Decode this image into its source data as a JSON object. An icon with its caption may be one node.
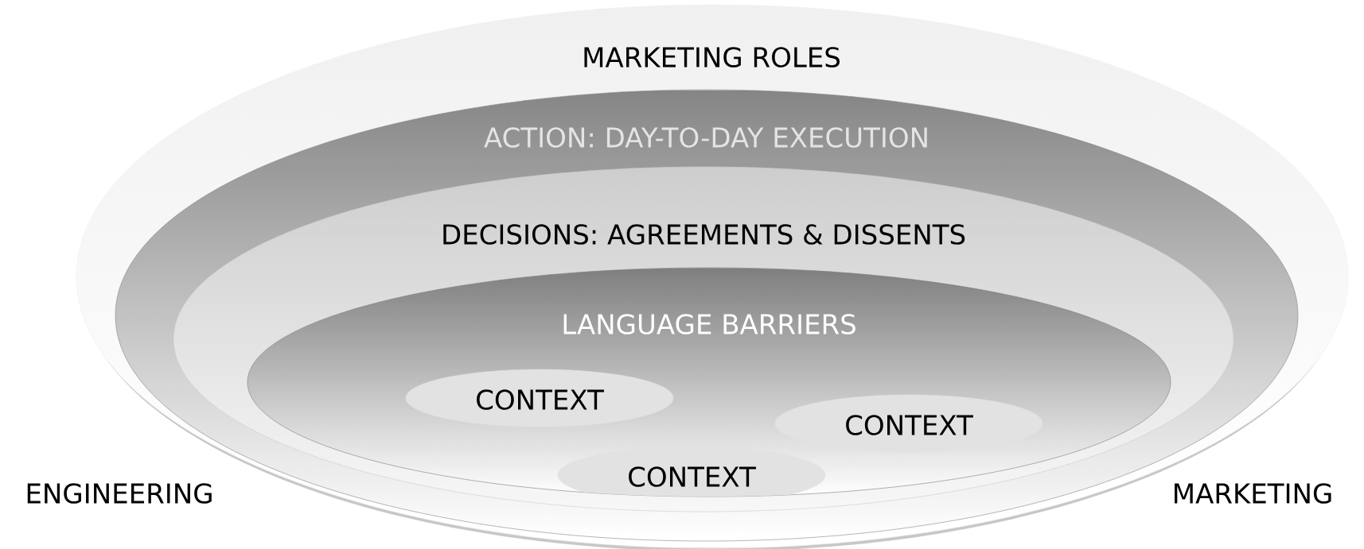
{
  "diagram": {
    "nodes": [
      {
        "text": [
          "MARKETING ROLES"
        ]
      },
      {
        "text": [
          "ACTION: DAY-TO-DAY EXECUTION"
        ],
        "in": 0
      },
      {
        "text": [
          "DECISIONS: AGREEMENTS & DISSENTS"
        ],
        "in": 1
      },
      {
        "text": [
          "LANGUAGE BARRIERS"
        ],
        "in": 2
      },
      {
        "text": [
          "CONTEXT"
        ],
        "in": 3
      },
      {
        "text": [
          "CONTEXT"
        ],
        "in": 3
      },
      {
        "text": [
          "CONTEXT"
        ],
        "in": 3
      }
    ],
    "labels": [
      "ENGINEERING",
      "MARKETING"
    ]
  }
}
